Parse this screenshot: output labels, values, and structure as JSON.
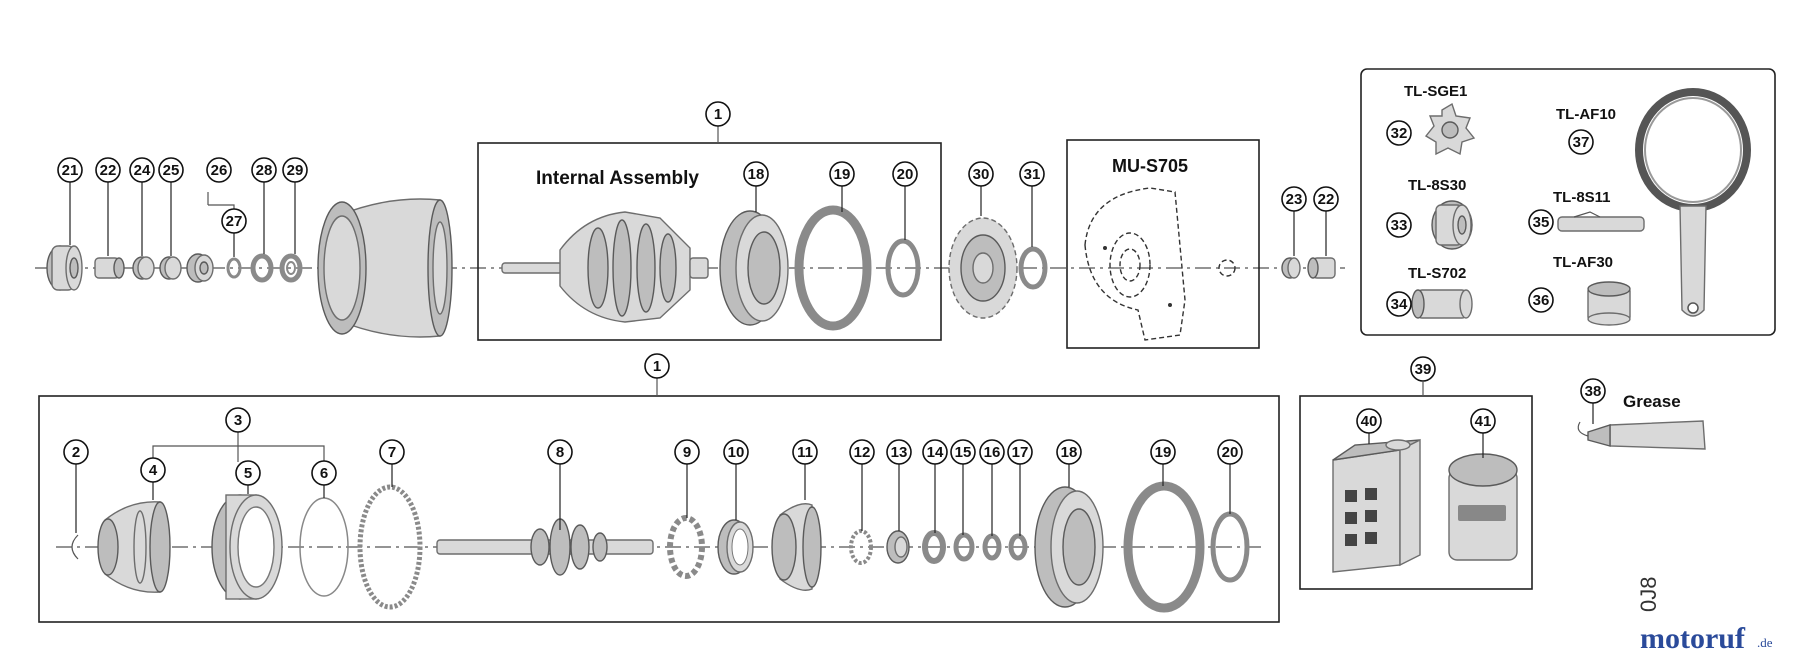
{
  "callouts": {
    "c1_top": "1",
    "c1_bottom": "1",
    "c2": "2",
    "c3": "3",
    "c4": "4",
    "c5": "5",
    "c6": "6",
    "c7": "7",
    "c8": "8",
    "c9": "9",
    "c10": "10",
    "c11": "11",
    "c12": "12",
    "c13": "13",
    "c14": "14",
    "c15": "15",
    "c16": "16",
    "c17": "17",
    "c18_top": "18",
    "c18_bottom": "18",
    "c19_top": "19",
    "c19_bottom": "19",
    "c20_top": "20",
    "c20_bottom": "20",
    "c21": "21",
    "c22_left": "22",
    "c22_right": "22",
    "c23": "23",
    "c24": "24",
    "c25": "25",
    "c26": "26",
    "c27": "27",
    "c28": "28",
    "c29": "29",
    "c30": "30",
    "c31": "31",
    "c32": "32",
    "c33": "33",
    "c34": "34",
    "c35": "35",
    "c36": "36",
    "c37": "37",
    "c38": "38",
    "c39": "39",
    "c40": "40",
    "c41": "41"
  },
  "labels": {
    "internal_assembly": "Internal Assembly",
    "mu_s705": "MU-S705",
    "tl_sge1": "TL-SGE1",
    "tl_af10": "TL-AF10",
    "tl_8s30": "TL-8S30",
    "tl_8s11": "TL-8S11",
    "tl_s702": "TL-S702",
    "tl_af30": "TL-AF30",
    "grease": "Grease"
  },
  "watermark": {
    "brand": "motoruf",
    "suffix": ".de",
    "side_code": "0J8"
  }
}
